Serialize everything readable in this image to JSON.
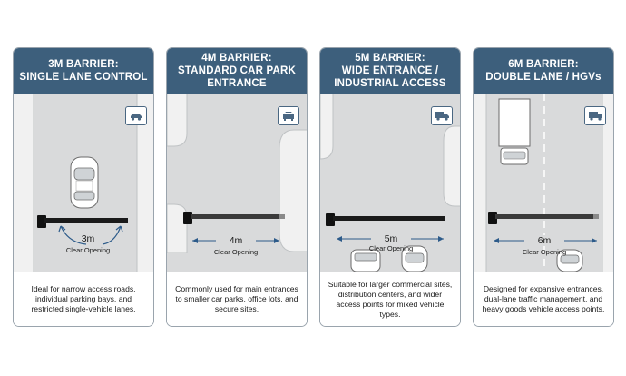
{
  "colors": {
    "header": "#3d5f7c",
    "road": "#d9dadb",
    "road_line": "#ffffff",
    "pole": "#111111",
    "dimension": "#2d5b8a"
  },
  "panels": [
    {
      "title": "3M BARRIER:\nSINGLE LANE CONTROL",
      "icon": "car-icon",
      "dimension": "3m",
      "dimension_sub": "Clear Opening",
      "description": "Ideal for narrow access roads, individual parking bays, and restricted single-vehicle lanes."
    },
    {
      "title": "4M BARRIER:\nSTANDARD CAR PARK\nENTRANCE",
      "icon": "car-front-icon",
      "dimension": "4m",
      "dimension_sub": "Clear Opening",
      "description": "Commonly used for main entrances to smaller car parks, office lots, and secure sites."
    },
    {
      "title": "5M BARRIER:\nWIDE ENTRANCE /\nINDUSTRIAL ACCESS",
      "icon": "van-icon",
      "dimension": "5m",
      "dimension_sub": "Clear Opening",
      "description": "Suitable for larger commercial sites, distribution centers, and wider access points for mixed vehicle types."
    },
    {
      "title": "6M BARRIER:\nDOUBLE LANE / HGVs",
      "icon": "truck-icon",
      "dimension": "6m",
      "dimension_sub": "Clear Opening",
      "description": "Designed for expansive entrances, dual-lane traffic management, and heavy goods vehicle access points."
    }
  ]
}
